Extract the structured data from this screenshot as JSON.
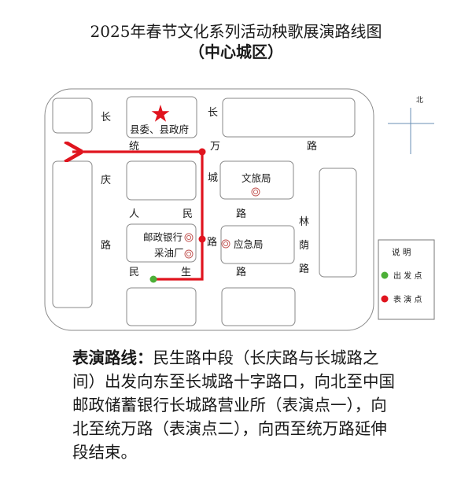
{
  "title": "2025年春节文化系列活动秧歌展演路线图",
  "subtitle": "（中心城区）",
  "map": {
    "streets": {
      "changqing": [
        "长",
        "庆",
        "路"
      ],
      "tongwan": [
        "统",
        "万",
        "路"
      ],
      "changcheng": [
        "长",
        "城",
        "路"
      ],
      "renmin": [
        "人",
        "民",
        "路"
      ],
      "minsheng": [
        "民",
        "生",
        "路"
      ],
      "linyin": [
        "林",
        "荫",
        "路"
      ]
    },
    "places": {
      "government": "县委、县政府",
      "culture_bureau": "文旅局",
      "post_bank": "邮政银行",
      "oil_factory": "采油厂",
      "emergency_bureau": "应急局"
    },
    "compass_north": "北",
    "legend": {
      "title": "说 明",
      "start_label": "出 发 点",
      "perform_label": "表 演 点"
    },
    "colors": {
      "route": "#e0141e",
      "start": "#4caf37",
      "perform": "#e0141e",
      "block_stroke": "#888888"
    }
  },
  "description": {
    "label": "表演路线：",
    "text": "民生路中段（长庆路与长城路之间）出发向东至长城路十字路口，向北至中国邮政储蓄银行长城路营业所（表演点一），向北至统万路（表演点二），向西至统万路延伸段结束。"
  }
}
